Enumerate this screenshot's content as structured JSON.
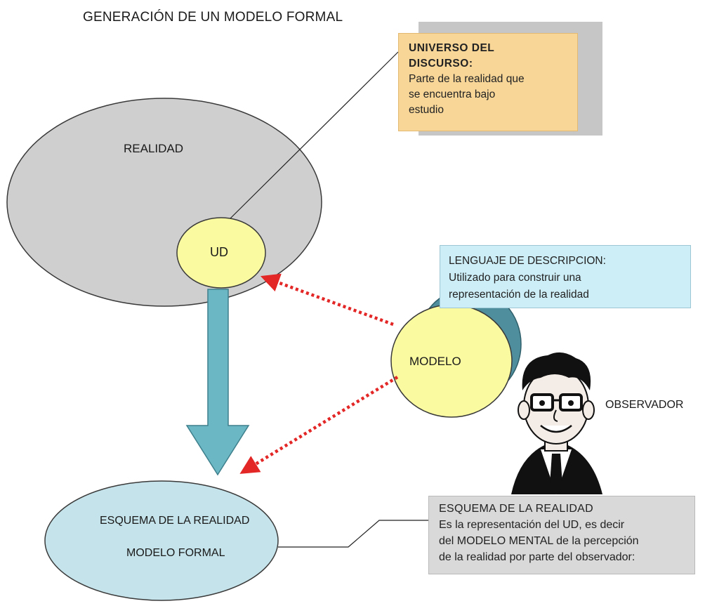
{
  "title": "GENERACIÓN DE UN MODELO FORMAL",
  "nodes": {
    "realidad": "REALIDAD",
    "ud": "UD",
    "modelo": "MODELO",
    "observador": "OBSERVADOR",
    "esquema_line1": "ESQUEMA  DE  LA REALIDAD",
    "esquema_line2": "MODELO  FORMAL"
  },
  "callouts": {
    "universo": {
      "title_line1": "UNIVERSO  DEL",
      "title_line2": "DISCURSO:",
      "body": [
        "Parte de la realidad que",
        "se encuentra bajo",
        "estudio"
      ]
    },
    "lenguaje": {
      "title": "LENGUAJE  DE  DESCRIPCION:",
      "body": [
        "Utilizado para construir una",
        "representación de la realidad"
      ]
    },
    "esquema": {
      "title": "ESQUEMA  DE  LA REALIDAD",
      "body": [
        "Es la representación del UD,  es decir",
        "del MODELO   MENTAL de la percepción",
        "de la realidad por parte del observador:"
      ]
    }
  },
  "colors": {
    "realidad": "#cfcfcf",
    "ud": "#fafaa0",
    "modelo": "#fafaa0",
    "modelo_back": "#4f8e9d",
    "esquema": "#c5e3ea",
    "arrow": "#6bb7c4",
    "dotted_arrow": "#e32626",
    "universo_box": "#f7d698",
    "lenguaje_box": "#cdeef7",
    "esquema_box": "#d9d9d9"
  },
  "icons": {
    "observer": "cartoon-man-with-glasses-icon"
  }
}
